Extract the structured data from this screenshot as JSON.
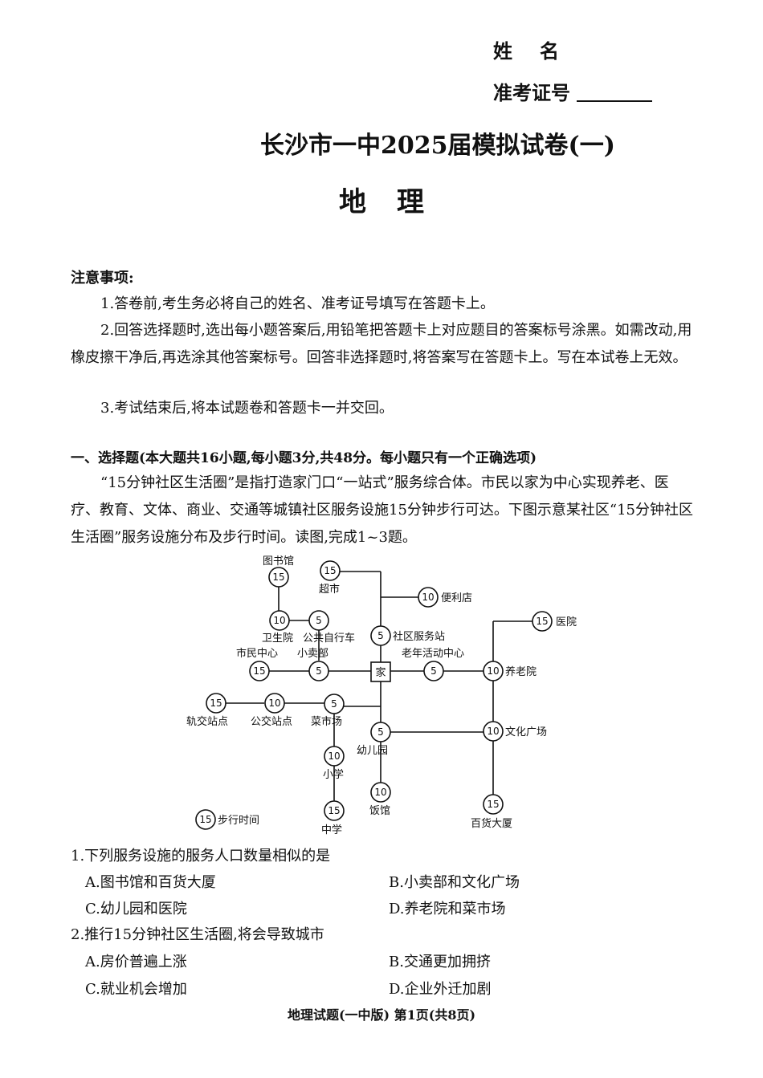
{
  "header": {
    "name_label": "姓名",
    "id_label": "准考证号"
  },
  "exam_title": "长沙市一中2025届模拟试卷(一)",
  "subject": "地理",
  "notice": {
    "heading": "注意事项:",
    "items": [
      "1.答卷前,考生务必将自己的姓名、准考证号填写在答题卡上。",
      "2.回答选择题时,选出每小题答案后,用铅笔把答题卡上对应题目的答案标号涂黑。如需改动,用橡皮擦干净后,再选涂其他答案标号。回答非选择题时,将答案写在答题卡上。写在本试卷上无效。",
      "3.考试结束后,将本试题卷和答题卡一并交回。"
    ]
  },
  "section": {
    "heading": "一、选择题(本大题共16小题,每小题3分,共48分。每小题只有一个正确选项)",
    "intro": "“15分钟社区生活圈”是指打造家门口“一站式”服务综合体。市民以家为中心实现养老、医疗、教育、文体、商业、交通等城镇社区服务设施15分钟步行可达。下图示意某社区“15分钟社区生活圈”服务设施分布及步行时间。读图,完成1~3题。"
  },
  "diagram": {
    "home_label": "家",
    "legend_value": "15",
    "legend_label": "步行时间",
    "nodes": [
      {
        "label": "图书馆",
        "minutes": "15"
      },
      {
        "label": "超市",
        "minutes": "15"
      },
      {
        "label": "便利店",
        "minutes": "10"
      },
      {
        "label": "卫生院",
        "minutes": "10"
      },
      {
        "label": "公共自行车",
        "minutes": "5"
      },
      {
        "label": "社区服务站",
        "minutes": "5"
      },
      {
        "label": "医院",
        "minutes": "15"
      },
      {
        "label": "市民中心",
        "minutes": "15"
      },
      {
        "label": "小卖部",
        "minutes": "5"
      },
      {
        "label": "老年活动中心",
        "minutes": "5"
      },
      {
        "label": "养老院",
        "minutes": "10"
      },
      {
        "label": "轨交站点",
        "minutes": "15"
      },
      {
        "label": "公交站点",
        "minutes": "10"
      },
      {
        "label": "菜市场",
        "minutes": "5"
      },
      {
        "label": "幼儿园",
        "minutes": "5"
      },
      {
        "label": "文化广场",
        "minutes": "10"
      },
      {
        "label": "小学",
        "minutes": "10"
      },
      {
        "label": "饭馆",
        "minutes": "10"
      },
      {
        "label": "百货大厦",
        "minutes": "15"
      },
      {
        "label": "中学",
        "minutes": "15"
      }
    ]
  },
  "questions": [
    {
      "stem": "1.下列服务设施的服务人口数量相似的是",
      "options": [
        "A.图书馆和百货大厦",
        "B.小卖部和文化广场",
        "C.幼儿园和医院",
        "D.养老院和菜市场"
      ]
    },
    {
      "stem": "2.推行15分钟社区生活圈,将会导致城市",
      "options": [
        "A.房价普遍上涨",
        "B.交通更加拥挤",
        "C.就业机会增加",
        "D.企业外迁加剧"
      ]
    }
  ],
  "footer": "地理试题(一中版) 第1页(共8页)"
}
